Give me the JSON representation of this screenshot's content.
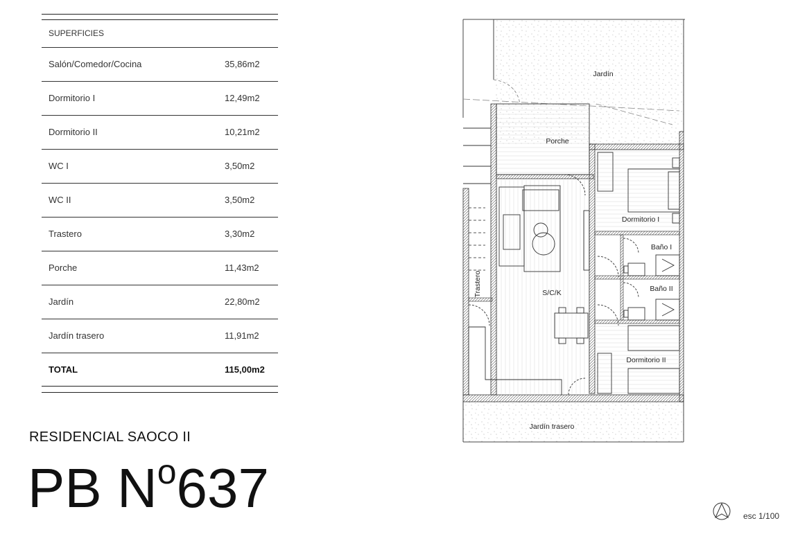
{
  "areas": {
    "header": "SUPERFICIES",
    "rows": [
      {
        "label": "Salón/Comedor/Cocina",
        "value": "35,86m2"
      },
      {
        "label": "Dormitorio I",
        "value": "12,49m2"
      },
      {
        "label": "Dormitorio II",
        "value": "10,21m2"
      },
      {
        "label": "WC I",
        "value": "3,50m2"
      },
      {
        "label": "WC II",
        "value": "3,50m2"
      },
      {
        "label": "Trastero",
        "value": "3,30m2"
      },
      {
        "label": "Porche",
        "value": "11,43m2"
      },
      {
        "label": "Jardín",
        "value": "22,80m2"
      },
      {
        "label": "Jardín trasero",
        "value": "11,91m2"
      }
    ],
    "total_label": "TOTAL",
    "total_value": "115,00m2"
  },
  "project": {
    "residential_name": "RESIDENCIAL SAOCO II",
    "unit_prefix": "PB N",
    "unit_degree": "o",
    "unit_number": "637"
  },
  "plan": {
    "rooms": {
      "jardin": "Jardín",
      "porche": "Porche",
      "dormitorio1": "Dormitorio I",
      "bano1": "Baño I",
      "bano2": "Baño II",
      "sck": "S/C/K",
      "trastero": "Trastero",
      "dormitorio2": "Dormitorio II",
      "jardin_trasero": "Jardín trasero"
    },
    "scale": "esc 1/100",
    "north_icon": "north-arrow-icon"
  }
}
